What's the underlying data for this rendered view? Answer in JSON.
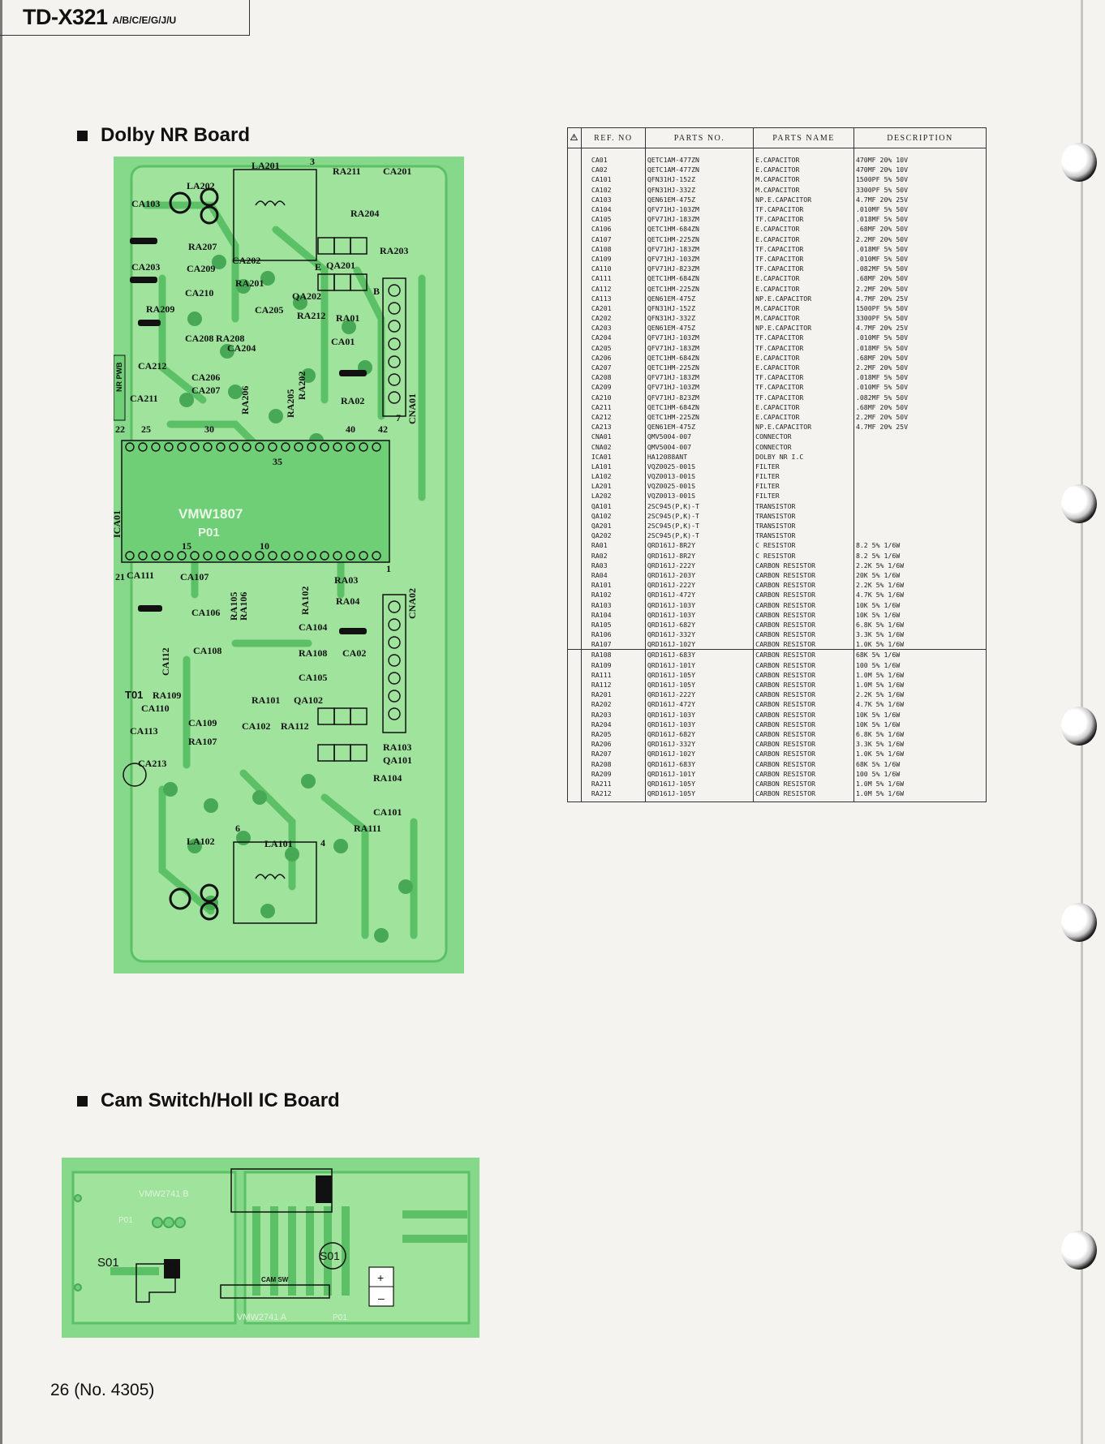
{
  "header": {
    "model": "TD-X321",
    "variants": "A/B/C/E/G/J/U"
  },
  "sections": {
    "dolby": "Dolby NR Board",
    "cam": "Cam Switch/Holl IC Board"
  },
  "page_number": "26 (No. 4305)",
  "colors": {
    "board_green": "#86d98a",
    "board_dark": "#5cc067",
    "board_light": "#a9e6a8"
  },
  "warning_icon": "warning-triangle-icon",
  "nr_board": {
    "labels": {
      "la202": "LA202",
      "la201": "LA201",
      "ra211": "RA211",
      "ca201": "CA201",
      "ca103": "CA103",
      "ra204": "RA204",
      "ra207": "RA207",
      "ra203": "RA203",
      "ca203": "CA203",
      "ca209": "CA209",
      "ca202": "CA202",
      "qa201": "QA201",
      "ra201": "RA201",
      "ca210": "CA210",
      "qa202": "QA202",
      "ra209": "RA209",
      "ca205": "CA205",
      "ra212": "RA212",
      "ra01": "RA01",
      "ca208": "CA208",
      "ra208": "RA208",
      "ca204": "CA204",
      "ca01": "CA01",
      "nr_pwb": "NR PWB",
      "ca212": "CA212",
      "ca206": "CA206",
      "ca207": "CA207",
      "ra206": "RA206",
      "ra202": "RA202",
      "ra205": "RA205",
      "ra02": "RA02",
      "cna01": "CNA01",
      "ca211": "CA211",
      "pin22": "22",
      "pin25": "25",
      "pin30": "30",
      "pin40": "40",
      "pin42": "42",
      "pin35": "35",
      "ica01": "ICA01",
      "chip_model": "VMW1807",
      "chip_sub": "P01",
      "pin15": "15",
      "pin10": "10",
      "pin21": "21",
      "ca111": "CA111",
      "ca107": "CA107",
      "ra105": "RA105",
      "ra106": "RA106",
      "ra102": "RA102",
      "ra03": "RA03",
      "ra04": "RA04",
      "cna02": "CNA02",
      "ca106": "CA106",
      "ca104": "CA104",
      "ca108": "CA108",
      "ra108": "RA108",
      "ca02": "CA02",
      "ca112": "CA112",
      "ca105": "CA105",
      "t01": "T01",
      "ra109": "RA109",
      "ca110": "CA110",
      "ra101": "RA101",
      "qa102": "QA102",
      "ca109": "CA109",
      "ca113": "CA113",
      "ca102": "CA102",
      "ra112": "RA112",
      "ra107": "RA107",
      "ra103": "RA103",
      "qa101": "QA101",
      "ca213": "CA213",
      "ra104": "RA104",
      "ca101": "CA101",
      "la102": "LA102",
      "la101": "LA101",
      "ra111": "RA111",
      "n1": "1",
      "n3": "3",
      "n4": "4",
      "n6": "6",
      "n7": "7",
      "e": "E",
      "b": "B"
    }
  },
  "cam_board": {
    "labels": {
      "board_code": "VMW2741 B",
      "board_code2": "VMW2741 A",
      "p01": "P01",
      "s01": "S01",
      "cam_sw": "CAM SW",
      "plus": "+",
      "minus": "–"
    }
  },
  "parts_table": {
    "headers": [
      "REF. NO",
      "PARTS NO.",
      "PARTS NAME",
      "DESCRIPTION"
    ],
    "rows": [
      [
        "CA01",
        "QETC1AM-477ZN",
        "E.CAPACITOR",
        "470MF 20% 10V"
      ],
      [
        "CA02",
        "QETC1AM-477ZN",
        "E.CAPACITOR",
        "470MF 20% 10V"
      ],
      [
        "CA101",
        "QFN31HJ-152Z",
        "M.CAPACITOR",
        "1500PF 5% 50V"
      ],
      [
        "CA102",
        "QFN31HJ-332Z",
        "M.CAPACITOR",
        "3300PF 5% 50V"
      ],
      [
        "CA103",
        "QEN61EM-475Z",
        "NP.E.CAPACITOR",
        "4.7MF 20% 25V"
      ],
      [
        "CA104",
        "QFV71HJ-103ZM",
        "TF.CAPACITOR",
        ".010MF 5% 50V"
      ],
      [
        "CA105",
        "QFV71HJ-183ZM",
        "TF.CAPACITOR",
        ".018MF 5% 50V"
      ],
      [
        "CA106",
        "QETC1HM-684ZN",
        "E.CAPACITOR",
        ".68MF 20% 50V"
      ],
      [
        "CA107",
        "QETC1HM-225ZN",
        "E.CAPACITOR",
        "2.2MF 20% 50V"
      ],
      [
        "CA108",
        "QFV71HJ-183ZM",
        "TF.CAPACITOR",
        ".018MF 5% 50V"
      ],
      [
        "CA109",
        "QFV71HJ-103ZM",
        "TF.CAPACITOR",
        ".010MF 5% 50V"
      ],
      [
        "CA110",
        "QFV71HJ-823ZM",
        "TF.CAPACITOR",
        ".082MF 5% 50V"
      ],
      [
        "CA111",
        "QETC1HM-684ZN",
        "E.CAPACITOR",
        ".68MF 20% 50V"
      ],
      [
        "CA112",
        "QETC1HM-225ZN",
        "E.CAPACITOR",
        "2.2MF 20% 50V"
      ],
      [
        "CA113",
        "QEN61EM-475Z",
        "NP.E.CAPACITOR",
        "4.7MF 20% 25V"
      ],
      [
        "CA201",
        "QFN31HJ-152Z",
        "M.CAPACITOR",
        "1500PF 5% 50V"
      ],
      [
        "CA202",
        "QFN31HJ-332Z",
        "M.CAPACITOR",
        "3300PF 5% 50V"
      ],
      [
        "CA203",
        "QEN61EM-475Z",
        "NP.E.CAPACITOR",
        "4.7MF 20% 25V"
      ],
      [
        "CA204",
        "QFV71HJ-103ZM",
        "TF.CAPACITOR",
        ".010MF 5% 50V"
      ],
      [
        "CA205",
        "QFV71HJ-183ZM",
        "TF.CAPACITOR",
        ".018MF 5% 50V"
      ],
      [
        "CA206",
        "QETC1HM-684ZN",
        "E.CAPACITOR",
        ".68MF 20% 50V"
      ],
      [
        "CA207",
        "QETC1HM-225ZN",
        "E.CAPACITOR",
        "2.2MF 20% 50V"
      ],
      [
        "CA208",
        "QFV71HJ-183ZM",
        "TF.CAPACITOR",
        ".018MF 5% 50V"
      ],
      [
        "CA209",
        "QFV71HJ-103ZM",
        "TF.CAPACITOR",
        ".010MF 5% 50V"
      ],
      [
        "CA210",
        "QFV71HJ-823ZM",
        "TF.CAPACITOR",
        ".082MF 5% 50V"
      ],
      [
        "CA211",
        "QETC1HM-684ZN",
        "E.CAPACITOR",
        ".68MF 20% 50V"
      ],
      [
        "CA212",
        "QETC1HM-225ZN",
        "E.CAPACITOR",
        "2.2MF 20% 50V"
      ],
      [
        "CA213",
        "QEN61EM-475Z",
        "NP.E.CAPACITOR",
        "4.7MF 20% 25V"
      ],
      [
        "CNA01",
        "QMV5004-007",
        "CONNECTOR",
        ""
      ],
      [
        "CNA02",
        "QMV5004-007",
        "CONNECTOR",
        ""
      ],
      [
        "ICA01",
        "HA12088ANT",
        "DOLBY NR I.C",
        ""
      ],
      [
        "LA101",
        "VQZ0025-001S",
        "FILTER",
        ""
      ],
      [
        "LA102",
        "VQZ0013-001S",
        "FILTER",
        ""
      ],
      [
        "LA201",
        "VQZ0025-001S",
        "FILTER",
        ""
      ],
      [
        "LA202",
        "VQZ0013-001S",
        "FILTER",
        ""
      ],
      [
        "QA101",
        "2SC945(P,K)-T",
        "TRANSISTOR",
        ""
      ],
      [
        "QA102",
        "2SC945(P,K)-T",
        "TRANSISTOR",
        ""
      ],
      [
        "QA201",
        "2SC945(P,K)-T",
        "TRANSISTOR",
        ""
      ],
      [
        "QA202",
        "2SC945(P,K)-T",
        "TRANSISTOR",
        ""
      ],
      [
        "RA01",
        "QRD161J-8R2Y",
        "C RESISTOR",
        "8.2 5% 1/6W"
      ],
      [
        "RA02",
        "QRD161J-8R2Y",
        "C RESISTOR",
        "8.2 5% 1/6W"
      ],
      [
        "RA03",
        "QRD161J-222Y",
        "CARBON RESISTOR",
        "2.2K 5% 1/6W"
      ],
      [
        "RA04",
        "QRD161J-203Y",
        "CARBON RESISTOR",
        "20K 5% 1/6W"
      ],
      [
        "RA101",
        "QRD161J-222Y",
        "CARBON RESISTOR",
        "2.2K 5% 1/6W"
      ],
      [
        "RA102",
        "QRD161J-472Y",
        "CARBON RESISTOR",
        "4.7K 5% 1/6W"
      ],
      [
        "RA103",
        "QRD161J-103Y",
        "CARBON RESISTOR",
        "10K 5% 1/6W"
      ],
      [
        "RA104",
        "QRD161J-103Y",
        "CARBON RESISTOR",
        "10K 5% 1/6W"
      ],
      [
        "RA105",
        "QRD161J-682Y",
        "CARBON RESISTOR",
        "6.8K 5% 1/6W"
      ],
      [
        "RA106",
        "QRD161J-332Y",
        "CARBON RESISTOR",
        "3.3K 5% 1/6W"
      ],
      [
        "RA107",
        "QRD161J-102Y",
        "CARBON RESISTOR",
        "1.0K 5% 1/6W"
      ],
      [
        "RA108",
        "QRD161J-683Y",
        "CARBON RESISTOR",
        "68K 5% 1/6W"
      ],
      [
        "RA109",
        "QRD161J-101Y",
        "CARBON RESISTOR",
        "100 5% 1/6W"
      ],
      [
        "RA111",
        "QRD161J-105Y",
        "CARBON RESISTOR",
        "1.0M 5% 1/6W"
      ],
      [
        "RA112",
        "QRD161J-105Y",
        "CARBON RESISTOR",
        "1.0M 5% 1/6W"
      ],
      [
        "RA201",
        "QRD161J-222Y",
        "CARBON RESISTOR",
        "2.2K 5% 1/6W"
      ],
      [
        "RA202",
        "QRD161J-472Y",
        "CARBON RESISTOR",
        "4.7K 5% 1/6W"
      ],
      [
        "RA203",
        "QRD161J-103Y",
        "CARBON RESISTOR",
        "10K 5% 1/6W"
      ],
      [
        "RA204",
        "QRD161J-103Y",
        "CARBON RESISTOR",
        "10K 5% 1/6W"
      ],
      [
        "RA205",
        "QRD161J-682Y",
        "CARBON RESISTOR",
        "6.8K 5% 1/6W"
      ],
      [
        "RA206",
        "QRD161J-332Y",
        "CARBON RESISTOR",
        "3.3K 5% 1/6W"
      ],
      [
        "RA207",
        "QRD161J-102Y",
        "CARBON RESISTOR",
        "1.0K 5% 1/6W"
      ],
      [
        "RA208",
        "QRD161J-683Y",
        "CARBON RESISTOR",
        "68K 5% 1/6W"
      ],
      [
        "RA209",
        "QRD161J-101Y",
        "CARBON RESISTOR",
        "100 5% 1/6W"
      ],
      [
        "RA211",
        "QRD161J-105Y",
        "CARBON RESISTOR",
        "1.0M 5% 1/6W"
      ],
      [
        "RA212",
        "QRD161J-105Y",
        "CARBON RESISTOR",
        "1.0M 5% 1/6W"
      ]
    ]
  }
}
